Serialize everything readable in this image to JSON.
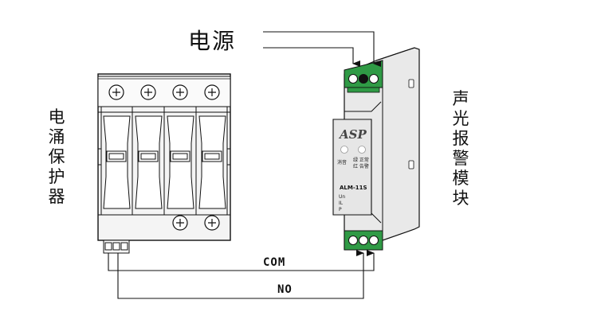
{
  "labels": {
    "power": "电源",
    "surge_protector": [
      "电",
      "涌",
      "保",
      "护",
      "器"
    ],
    "alarm_module": [
      "声",
      "光",
      "报",
      "警",
      "模",
      "块"
    ],
    "com": "COM",
    "no": "NO"
  },
  "alarm_module": {
    "brand": "ASP",
    "indicator_left": "消音",
    "indicator_right": [
      "绿 正常",
      "红 告警"
    ],
    "model": "ALM-11S",
    "rating": [
      "Un",
      "IL",
      "P"
    ]
  },
  "colors": {
    "terminal_green": "#2f9a45",
    "module_body": "#e6e6e6",
    "spd_body": "#f4f4f4",
    "line": "#111111"
  }
}
